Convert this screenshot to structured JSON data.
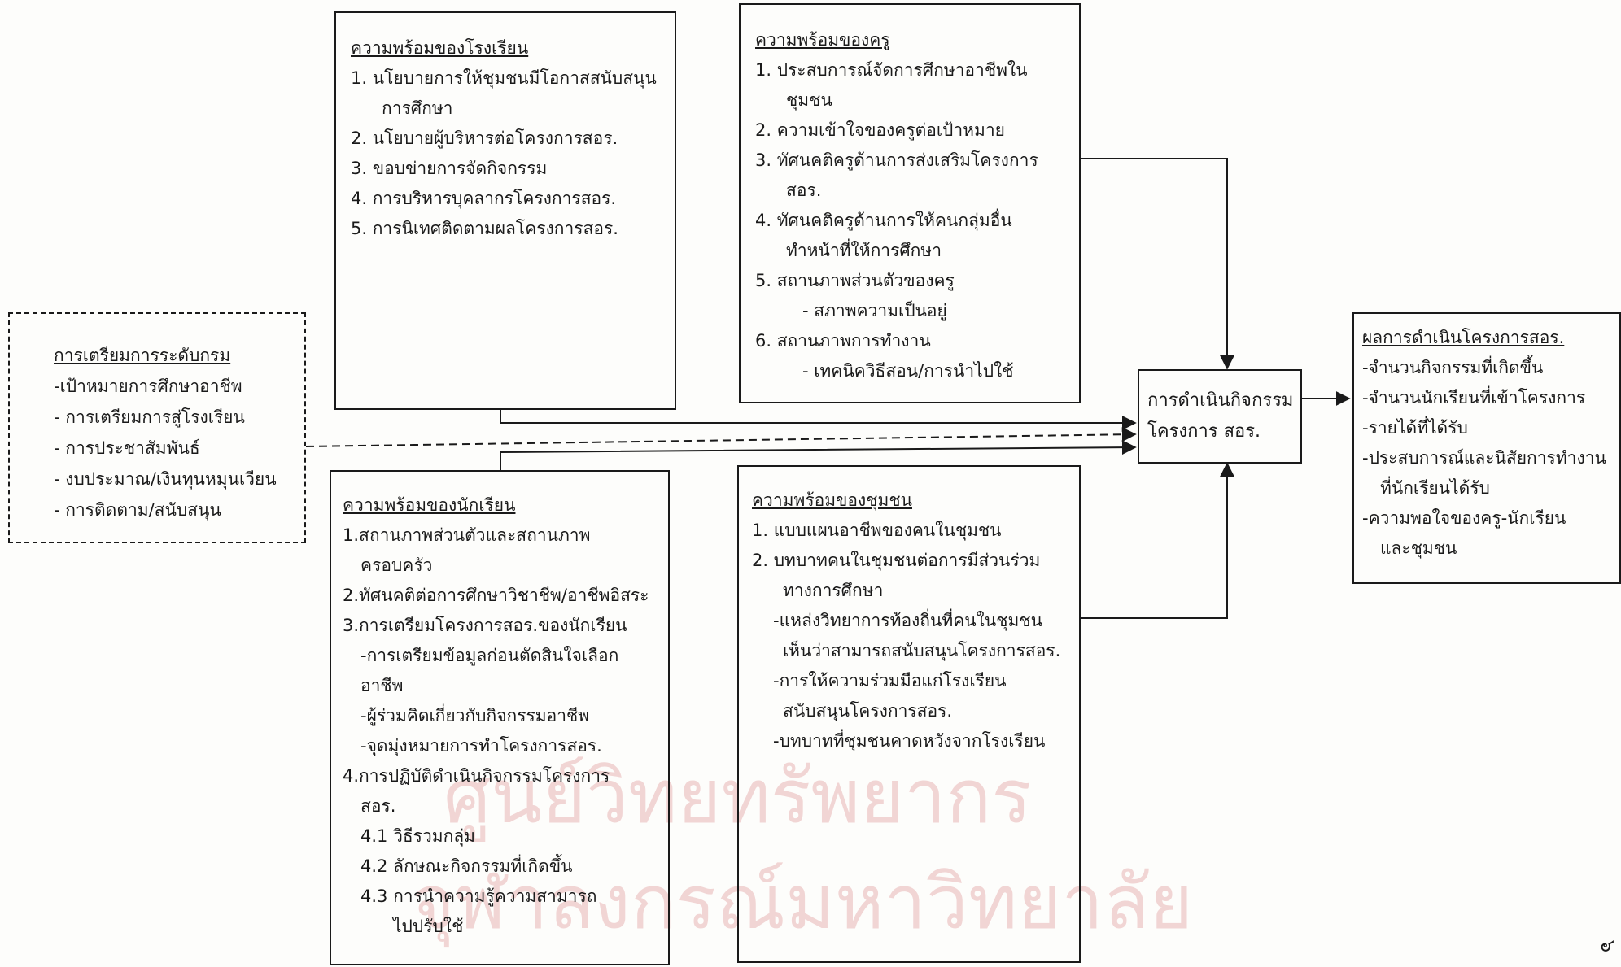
{
  "watermark": {
    "line1": "ศูนย์วิทยทรัพยากร",
    "line2": "จุฬาลงกรณ์มหาวิทยาลัย"
  },
  "preparation": {
    "title": "การเตรียมการระดับกรม",
    "items": [
      "-เป้าหมายการศึกษาอาชีพ",
      "- การเตรียมการสู่โรงเรียน",
      "- การประชาสัมพันธ์",
      "- งบประมาณ/เงินทุนหมุนเวียน",
      "- การติดตาม/สนับสนุน"
    ]
  },
  "school": {
    "title": "ความพร้อมของโรงเรียน",
    "items": [
      "1. นโยบายการให้ชุมชนมีโอกาสสนับสนุน",
      "การศึกษา",
      "2. นโยบายผู้บริหารต่อโครงการสอร.",
      "3. ขอบข่ายการจัดกิจกรรม",
      "4. การบริหารบุคลากรโครงการสอร.",
      "5. การนิเทศติดตามผลโครงการสอร."
    ]
  },
  "teacher": {
    "title": "ความพร้อมของครู",
    "items": [
      "1. ประสบการณ์จัดการศึกษาอาชีพใน",
      "ชุมชน",
      "2. ความเข้าใจของครูต่อเป้าหมาย",
      "3. ทัศนคติครูด้านการส่งเสริมโครงการ",
      "สอร.",
      "4. ทัศนคติครูด้านการให้คนกลุ่มอื่น",
      "ทำหน้าที่ให้การศึกษา",
      "5. สถานภาพส่วนตัวของครู",
      "- สภาพความเป็นอยู่",
      "6. สถานภาพการทำงาน",
      "- เทคนิควิธีสอน/การนำไปใช้"
    ]
  },
  "student": {
    "title": "ความพร้อมของนักเรียน",
    "items": [
      "1.สถานภาพส่วนตัวและสถานภาพ",
      "ครอบครัว",
      "2.ทัศนคติต่อการศึกษาวิชาชีพ/อาชีพอิสระ",
      "3.การเตรียมโครงการสอร.ของนักเรียน",
      "-การเตรียมข้อมูลก่อนตัดสินใจเลือก",
      "อาชีพ",
      "-ผู้ร่วมคิดเกี่ยวกับกิจกรรมอาชีพ",
      "-จุดมุ่งหมายการทำโครงการสอร.",
      "4.การปฏิบัติดำเนินกิจกรรมโครงการ",
      "สอร.",
      "4.1 วิธีรวมกลุ่ม",
      "4.2 ลักษณะกิจกรรมที่เกิดขึ้น",
      "4.3 การนำความรู้ความสามารถ",
      "ไปปรับใช้"
    ]
  },
  "community": {
    "title": "ความพร้อมของชุมชน",
    "items": [
      "1. แบบแผนอาชีพของคนในชุมชน",
      "2. บทบาทคนในชุมชนต่อการมีส่วนร่วม",
      "ทางการศึกษา",
      "-แหล่งวิทยาการท้องถิ่นที่คนในชุมชน",
      "เห็นว่าสามารถสนับสนุนโครงการสอร.",
      "-การให้ความร่วมมือแก่โรงเรียน",
      "สนับสนุนโครงการสอร.",
      "-บทบาทที่ชุมชนคาดหวังจากโรงเรียน"
    ]
  },
  "operation": {
    "line1": "การดำเนินกิจกรรม",
    "line2": "โครงการ สอร."
  },
  "result": {
    "title": "ผลการดำเนินโครงการสอร.",
    "items": [
      "-จำนวนกิจกรรมที่เกิดขึ้น",
      "-จำนวนนักเรียนที่เข้าโครงการ",
      "-รายได้ที่ได้รับ",
      "-ประสบการณ์และนิสัยการทำงาน",
      "ที่นักเรียนได้รับ",
      "-ความพอใจของครู-นักเรียน",
      "และชุมชน"
    ]
  },
  "page_number": "๖"
}
